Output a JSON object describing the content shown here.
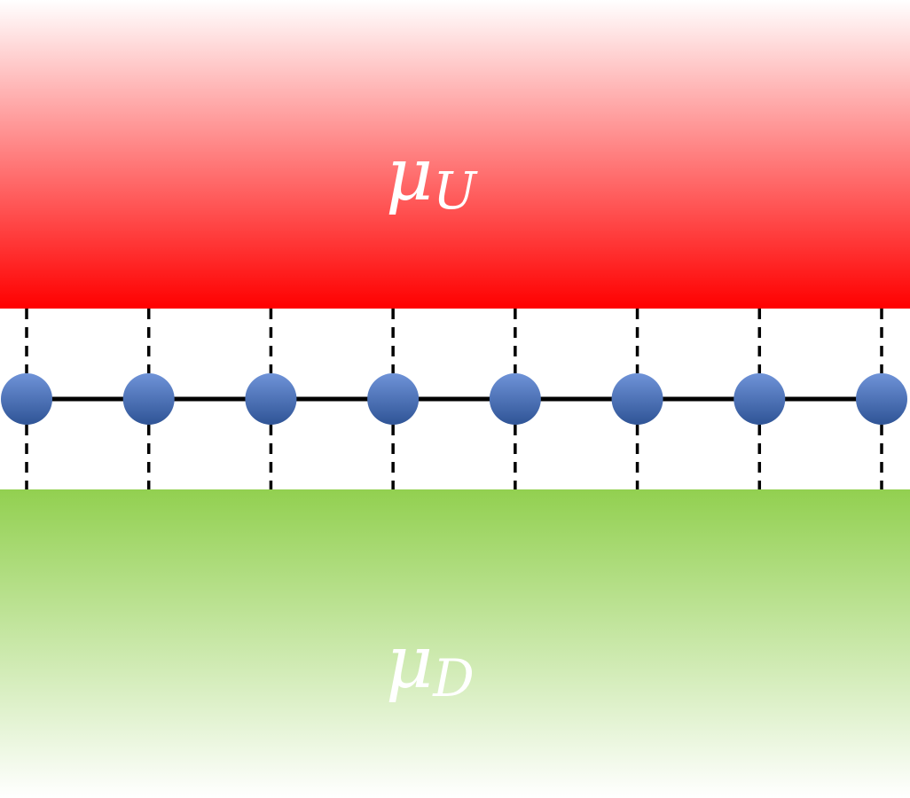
{
  "reservoirs": {
    "upper": {
      "symbol": "μ",
      "subscript": "U",
      "color_top": "#ffffff",
      "color_bottom": "#ff0000"
    },
    "lower": {
      "symbol": "μ",
      "subscript": "D",
      "color_top": "#92d050",
      "color_bottom": "#ffffff"
    }
  },
  "chain": {
    "site_count": 8,
    "site_color_top": "#6f93d8",
    "site_color_bottom": "#2f5496",
    "bond_color": "#000000",
    "coupling_line_style": "dashed"
  }
}
